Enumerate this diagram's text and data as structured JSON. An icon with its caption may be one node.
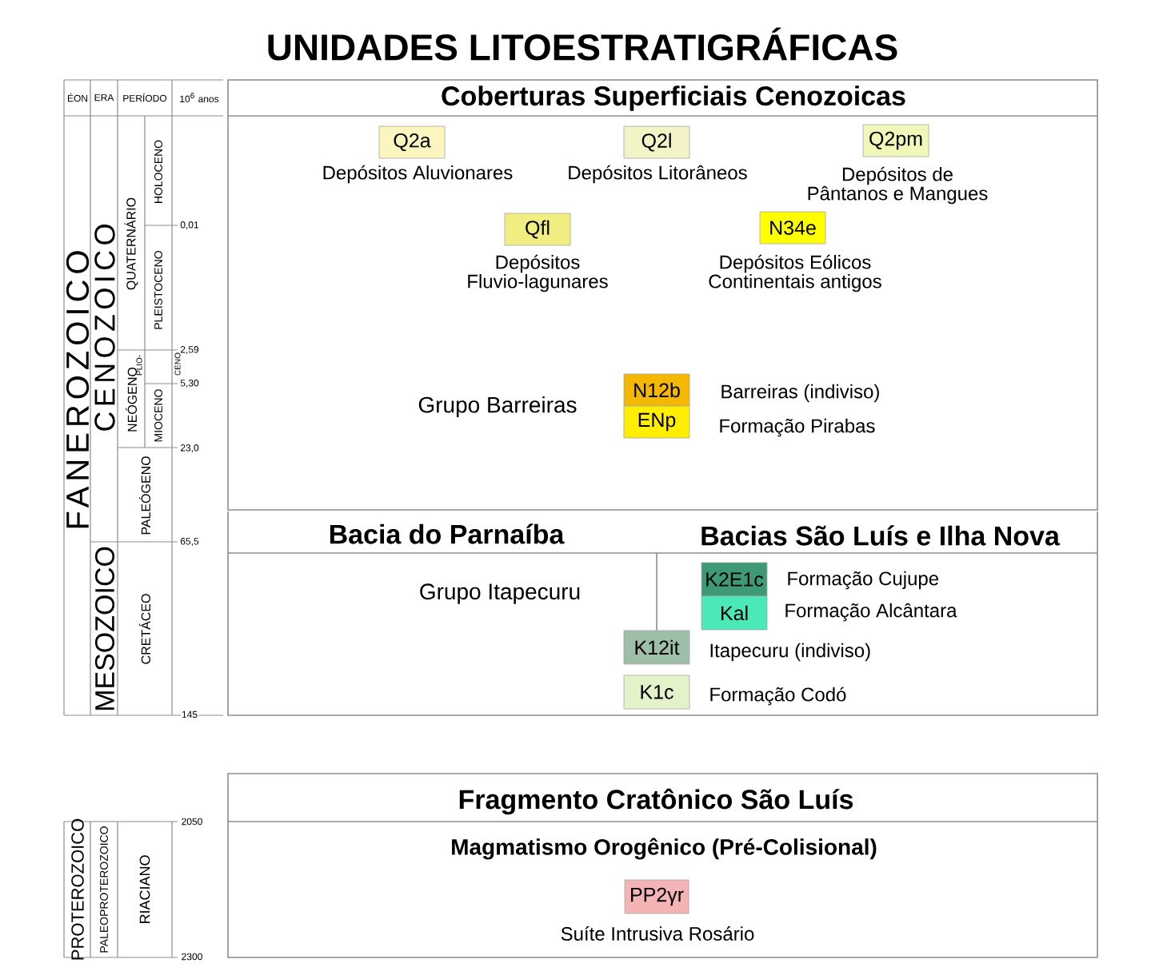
{
  "diagram": {
    "title": "UNIDADES LITOESTRATIGRÁFICAS",
    "nodes": [
      {
        "text": [
          "Coberturas Superficiais Cenozoicas"
        ]
      },
      {
        "text": [
          "Q2a"
        ],
        "in": 0,
        "beside": [
          "Depósitos Aluvionares"
        ]
      },
      {
        "text": [
          "Q2l"
        ],
        "in": 0,
        "beside": [
          "Depósitos Litorâneos"
        ]
      },
      {
        "text": [
          "Q2pm"
        ],
        "in": 0,
        "beside": [
          "Depósitos de Pântanos e Mangues"
        ]
      },
      {
        "text": [
          "Qfl"
        ],
        "in": 0,
        "beside": [
          "Depósitos Fluvio-lagunares"
        ]
      },
      {
        "text": [
          "N34e"
        ],
        "in": 0,
        "beside": [
          "Depósitos Eólicos Continentais antigos"
        ]
      },
      {
        "text": [
          "N12b"
        ],
        "in": 0,
        "beside": [
          "Barreiras (indiviso)"
        ]
      },
      {
        "text": [
          "ENp"
        ],
        "in": 0,
        "beside": [
          "Formação Pirabas"
        ]
      },
      {
        "text": [
          "Bacia do Parnaíba",
          "Bacias São Luís e Ilha Nova"
        ]
      },
      {
        "text": [
          "K2E1c"
        ],
        "in": 8,
        "beside": [
          "Formação Cujupe"
        ]
      },
      {
        "text": [
          "Kal"
        ],
        "in": 8,
        "beside": [
          "Formação Alcântara"
        ]
      },
      {
        "text": [
          "K12it"
        ],
        "in": 8,
        "beside": [
          "Itapecuru (indiviso)"
        ]
      },
      {
        "text": [
          "K1c"
        ],
        "in": 8,
        "beside": [
          "Formação Codó"
        ]
      },
      {
        "text": [
          "Fragmento Cratônico São Luís",
          "Magmatismo Orogênico (Pré-Colisional)"
        ]
      },
      {
        "text": [
          "PP2γr"
        ],
        "in": 13,
        "beside": [
          "Suíte Intrusiva Rosário"
        ]
      }
    ],
    "edges": [
      {
        "from": 8,
        "to": 11,
        "arrow": "none"
      }
    ],
    "labels": [
      "ÉON",
      "ERA",
      "PERÍODO",
      "10$^{6}$ anos",
      "FANEROZOICO",
      "CENOZOICO",
      "QUATERNÁRIO",
      "HOLOCENO",
      "0,01",
      "PLEISTOCENO",
      "2,59",
      "NEÓGENO",
      "PLIO- CENO",
      "5,30",
      "MIOCENO",
      "23,0",
      "PALEÓGENO",
      "65,5",
      "MESOZOICO",
      "CRETÁCEO",
      "145",
      "PROTEROZOICO",
      "PALEOPROTEROZOICO",
      "RIACIANO",
      "2050",
      "2300",
      "Grupo Barreiras",
      "Grupo Itapecuru"
    ]
  }
}
